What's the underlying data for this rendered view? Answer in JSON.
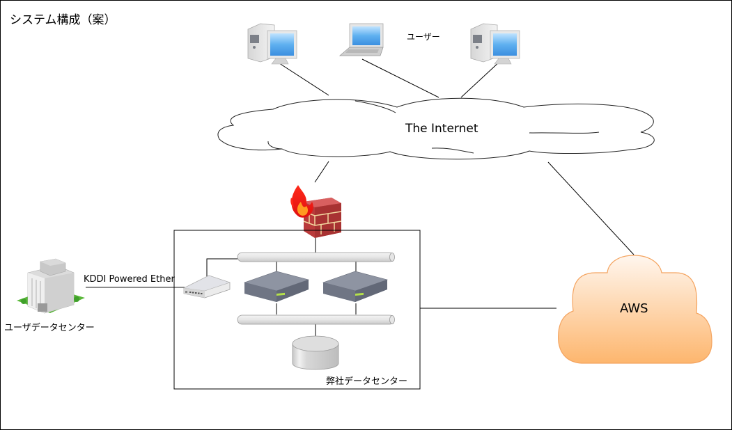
{
  "title": "システム構成（案）",
  "nodes": {
    "users": {
      "label": "ユーザー",
      "icons": [
        "desktop-pc-icon",
        "laptop-icon",
        "desktop-pc-icon"
      ]
    },
    "internet": {
      "label": "The Internet",
      "icon": "cloud-icon"
    },
    "firewall": {
      "icon": "firewall-icon"
    },
    "aws": {
      "label": "AWS",
      "icon": "cloud-icon",
      "colors": {
        "fill_top": "#fff6ee",
        "fill_bottom": "#fdb66e",
        "stroke": "#f4a460"
      }
    },
    "user_datacenter": {
      "label": "ユーザデータセンター",
      "icon": "building-icon"
    },
    "our_datacenter": {
      "label": "弊社データセンター",
      "components": [
        "network-switch-icon",
        "server-icon",
        "server-icon",
        "database-icon"
      ]
    }
  },
  "connections": {
    "kddi": {
      "label": "KDDI Powered Ether"
    }
  }
}
